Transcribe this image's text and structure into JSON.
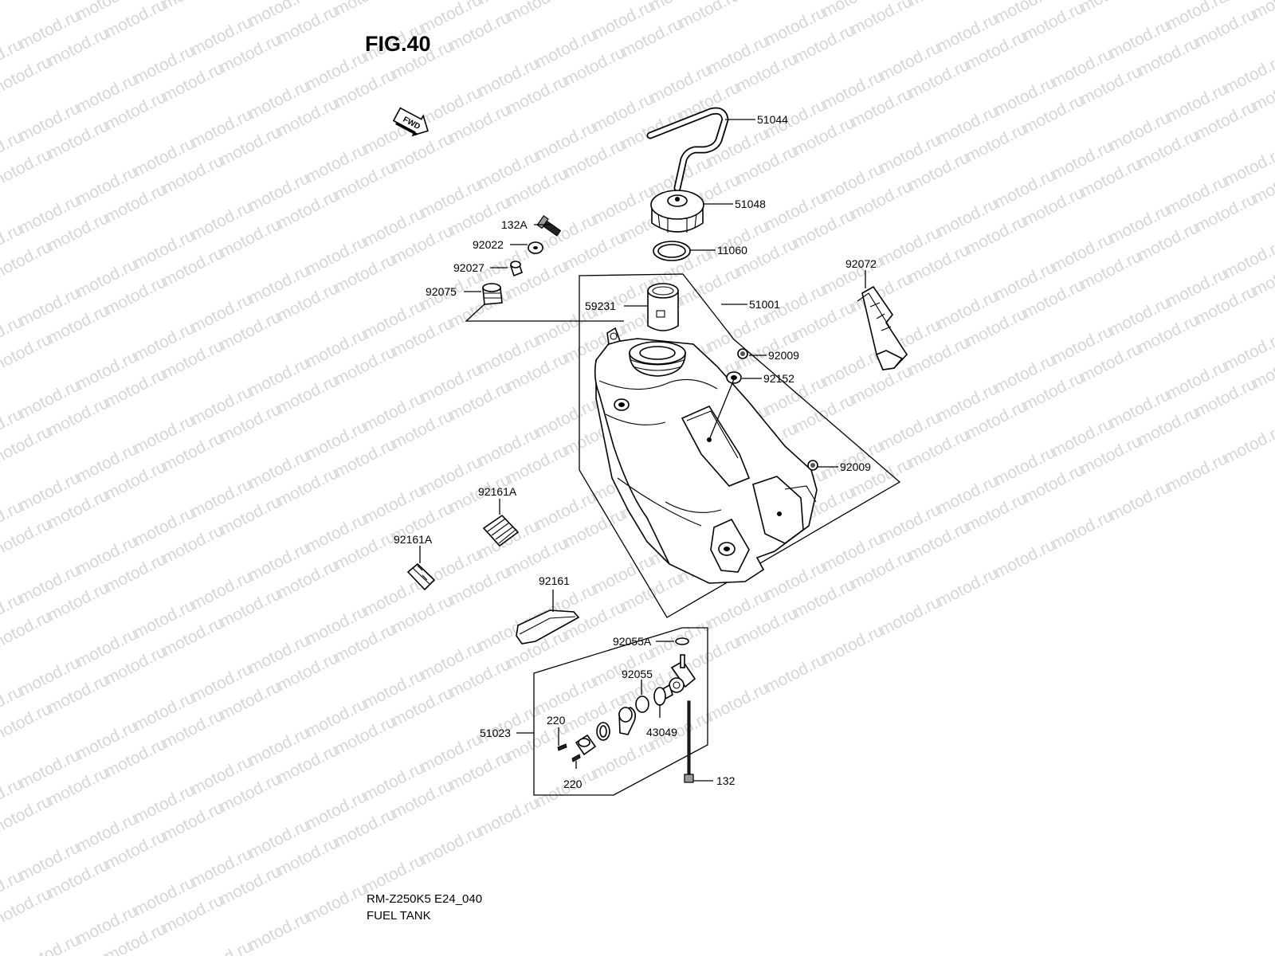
{
  "figure": {
    "title": "FIG.40",
    "fwd_label": "FWD",
    "watermark_text": "motod.ru",
    "footer_model": "RM-Z250K5 E24_040",
    "footer_name": "FUEL TANK"
  },
  "callouts": [
    {
      "id": "c-51044",
      "text": "51044"
    },
    {
      "id": "c-51048",
      "text": "51048"
    },
    {
      "id": "c-11060",
      "text": "11060"
    },
    {
      "id": "c-132A",
      "text": "132A"
    },
    {
      "id": "c-92022",
      "text": "92022"
    },
    {
      "id": "c-92027",
      "text": "92027"
    },
    {
      "id": "c-92075",
      "text": "92075"
    },
    {
      "id": "c-59231",
      "text": "59231"
    },
    {
      "id": "c-51001",
      "text": "51001"
    },
    {
      "id": "c-92072",
      "text": "92072"
    },
    {
      "id": "c-92009a",
      "text": "92009"
    },
    {
      "id": "c-92152",
      "text": "92152"
    },
    {
      "id": "c-92009b",
      "text": "92009"
    },
    {
      "id": "c-92161Aa",
      "text": "92161A"
    },
    {
      "id": "c-92161Ab",
      "text": "92161A"
    },
    {
      "id": "c-92161",
      "text": "92161"
    },
    {
      "id": "c-92055A",
      "text": "92055A"
    },
    {
      "id": "c-92055",
      "text": "92055"
    },
    {
      "id": "c-43049",
      "text": "43049"
    },
    {
      "id": "c-220a",
      "text": "220"
    },
    {
      "id": "c-51023",
      "text": "51023"
    },
    {
      "id": "c-220b",
      "text": "220"
    },
    {
      "id": "c-132",
      "text": "132"
    }
  ]
}
